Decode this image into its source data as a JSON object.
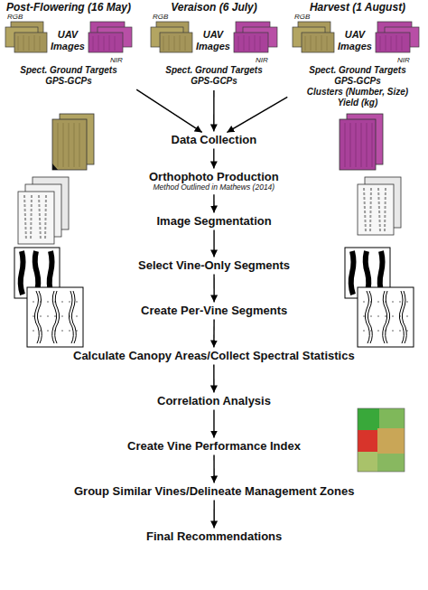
{
  "diagram": {
    "nodes": [
      {
        "text": [
          "Post-Flowering (16 May)",
          "RGB",
          "UAV Images",
          "NIR",
          "Spect. Ground Targets",
          "GPS-GCPs"
        ]
      },
      {
        "text": [
          "Veraison (6 July)",
          "RGB",
          "UAV Images",
          "NIR",
          "Spect. Ground Targets",
          "GPS-GCPs"
        ]
      },
      {
        "text": [
          "Harvest (1 August)",
          "RGB",
          "UAV Images",
          "NIR",
          "Spect. Ground Targets",
          "GPS-GCPs",
          "Clusters (Number, Size)",
          "Yield (kg)"
        ]
      },
      {
        "text": [
          "Data Collection"
        ]
      },
      {
        "text": [
          "Orthophoto Production",
          "Method Outlined in Mathews (2014)"
        ]
      },
      {
        "text": [
          "Image Segmentation"
        ]
      },
      {
        "text": [
          "Select Vine-Only Segments"
        ]
      },
      {
        "text": [
          "Create Per-Vine Segments"
        ]
      },
      {
        "text": [
          "Calculate Canopy Areas/Collect Spectral Statistics"
        ]
      },
      {
        "text": [
          "Correlation Analysis"
        ]
      },
      {
        "text": [
          "Create Vine Performance Index"
        ]
      },
      {
        "text": [
          "Group Similar Vines/Delineate Management Zones"
        ]
      },
      {
        "text": [
          "Final Recommendations"
        ]
      }
    ],
    "edges": [
      {
        "from": 0,
        "to": 3,
        "arrow": "to"
      },
      {
        "from": 1,
        "to": 3,
        "arrow": "to"
      },
      {
        "from": 2,
        "to": 3,
        "arrow": "to"
      },
      {
        "from": 3,
        "to": 4,
        "arrow": "to"
      },
      {
        "from": 4,
        "to": 5,
        "arrow": "to"
      },
      {
        "from": 5,
        "to": 6,
        "arrow": "to"
      },
      {
        "from": 6,
        "to": 7,
        "arrow": "to"
      },
      {
        "from": 7,
        "to": 8,
        "arrow": "to"
      },
      {
        "from": 8,
        "to": 9,
        "arrow": "to"
      },
      {
        "from": 9,
        "to": 10,
        "arrow": "to"
      },
      {
        "from": 10,
        "to": 11,
        "arrow": "to"
      },
      {
        "from": 11,
        "to": 12,
        "arrow": "to"
      }
    ]
  }
}
